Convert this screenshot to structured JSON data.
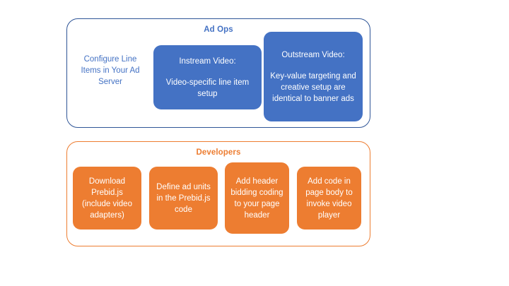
{
  "diagram": {
    "type": "process-grouping-diagram",
    "background_color": "#FFFFFF",
    "palette": {
      "blue_fill": "#4472C4",
      "blue_border": "#2F5597",
      "blue_text": "#4472C4",
      "orange_fill": "#ED7D31",
      "orange_border": "#ED7D31",
      "orange_text": "#ED7D31",
      "node_label_color": "#FFFFFF"
    },
    "groups": [
      {
        "id": "ad-ops",
        "title": "Ad Ops",
        "accent": "#4472C4",
        "nodes": [
          {
            "id": "configure-line-items",
            "style": "plain",
            "label": "Configure Line Items in Your Ad Server"
          },
          {
            "id": "instream-video",
            "style": "filled-blue",
            "heading": "Instream Video:",
            "body": "Video-specific line item setup"
          },
          {
            "id": "outstream-video",
            "style": "filled-blue",
            "heading": "Outstream Video:",
            "body": "Key-value targeting and creative setup are identical to banner ads"
          }
        ]
      },
      {
        "id": "developers",
        "title": "Developers",
        "accent": "#ED7D31",
        "nodes": [
          {
            "id": "download-prebid",
            "style": "filled-orange",
            "label": "Download Prebid.js (include video adapters)"
          },
          {
            "id": "define-ad-units",
            "style": "filled-orange",
            "label": "Define ad units in the Prebid.js code"
          },
          {
            "id": "add-header-bidding-code",
            "style": "filled-orange",
            "label": "Add header bidding coding to your page header"
          },
          {
            "id": "add-page-body-code",
            "style": "filled-orange",
            "label": "Add code in page body to invoke video player"
          }
        ]
      }
    ]
  }
}
